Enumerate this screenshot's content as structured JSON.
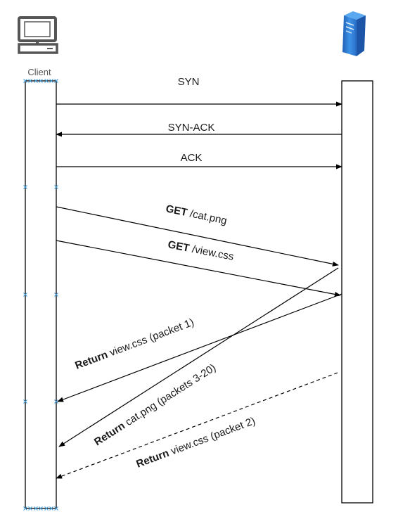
{
  "client": {
    "label": "Client"
  },
  "messages": {
    "syn": "SYN",
    "syn_ack": "SYN-ACK",
    "ack": "ACK",
    "get_cat": {
      "method": "GET",
      "path": " /cat.png"
    },
    "get_css": {
      "method": "GET",
      "path": " /view.css"
    },
    "ret_css1": {
      "verb": "Return",
      "rest": " view.css (packet 1)"
    },
    "ret_cat": {
      "verb": "Return",
      "rest": " cat.png (packets 3-20)"
    },
    "ret_css2": {
      "verb": "Return",
      "rest": " view.css (packet 2)"
    }
  },
  "colors": {
    "line": "#000000",
    "selection_handles": "#4a9fd8",
    "server_blue": "#2f7fd6",
    "monitor": "#555555"
  },
  "icons": {
    "client": "monitor-icon",
    "server": "server-tower-icon"
  }
}
